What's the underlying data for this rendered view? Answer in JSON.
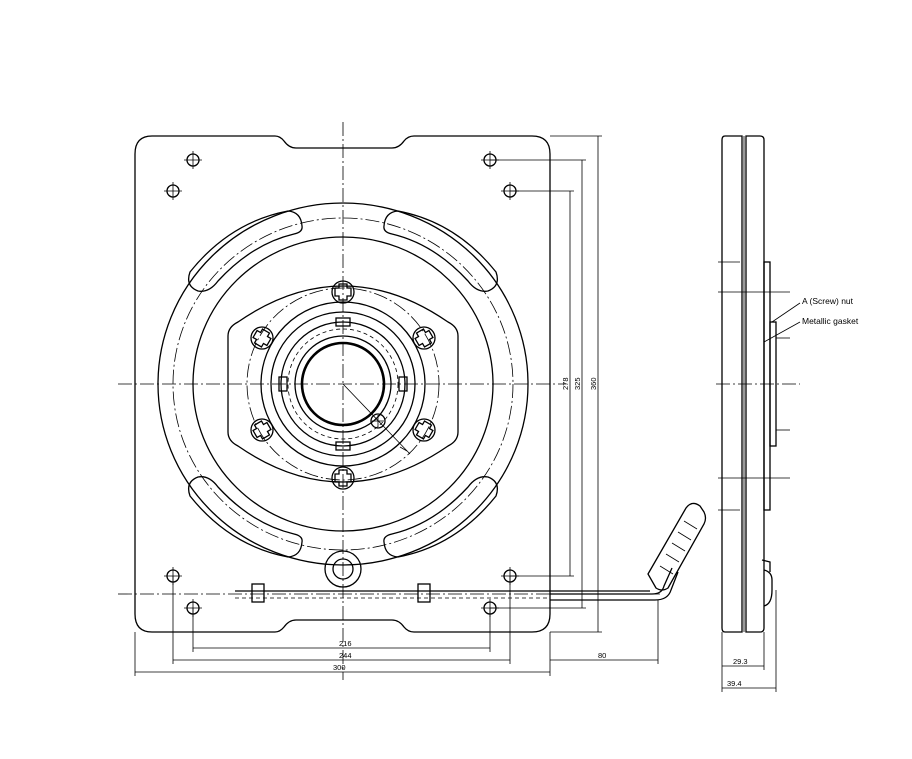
{
  "dimensions": {
    "d216": "216",
    "d244": "244",
    "d300": "300",
    "d80": "80",
    "d278": "278",
    "d325": "325",
    "d360": "360",
    "d29_3": "29.3",
    "d39_4": "39.4"
  },
  "labels": {
    "screw_nut": "A (Screw) nut",
    "gasket": "Metallic gasket"
  }
}
